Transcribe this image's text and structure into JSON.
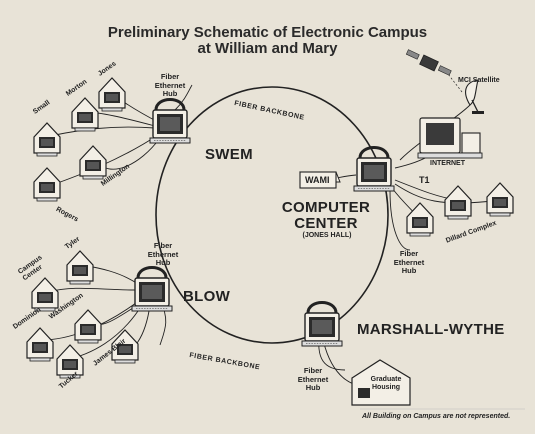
{
  "title": {
    "line1": "Preliminary Schematic of Electronic Campus",
    "line2": "at William and Mary"
  },
  "backbone": {
    "top": "FIBER BACKBONE",
    "bottom": "FIBER BACKBONE"
  },
  "hubs": {
    "swem": {
      "name": "SWEM",
      "hub_line1": "Fiber",
      "hub_line2": "Ethernet",
      "hub_line3": "Hub"
    },
    "blow": {
      "name": "BLOW",
      "hub_line1": "Fiber",
      "hub_line2": "Ethernet",
      "hub_line3": "Hub"
    },
    "computer_center": {
      "name_line1": "COMPUTER",
      "name_line2": "CENTER",
      "sub": "(JONES HALL)",
      "hub_line1": "Fiber",
      "hub_line2": "Ethernet",
      "hub_line3": "Hub"
    },
    "marshall_wythe": {
      "name": "MARSHALL-WYTHE",
      "hub_line1": "Fiber",
      "hub_line2": "Ethernet",
      "hub_line3": "Hub"
    }
  },
  "buildings": {
    "small": "Small",
    "morton": "Morton",
    "jones": "Jones",
    "rogers": "Rogers",
    "millington": "Millington",
    "campus_center_1": "Campus",
    "campus_center_2": "Center",
    "tyler": "Tyler",
    "dominion": "Dominion",
    "washington": "Washington",
    "tucker": "Tucker",
    "james_blair": "James Blair",
    "dillard": "Dillard Complex",
    "grad_1": "Graduate",
    "grad_2": "Housing"
  },
  "external": {
    "satellite": "MCI Satellite",
    "internet": "INTERNET",
    "t1": "T1",
    "wami": "WAMI"
  },
  "footnote": "All Building on Campus are not represented."
}
